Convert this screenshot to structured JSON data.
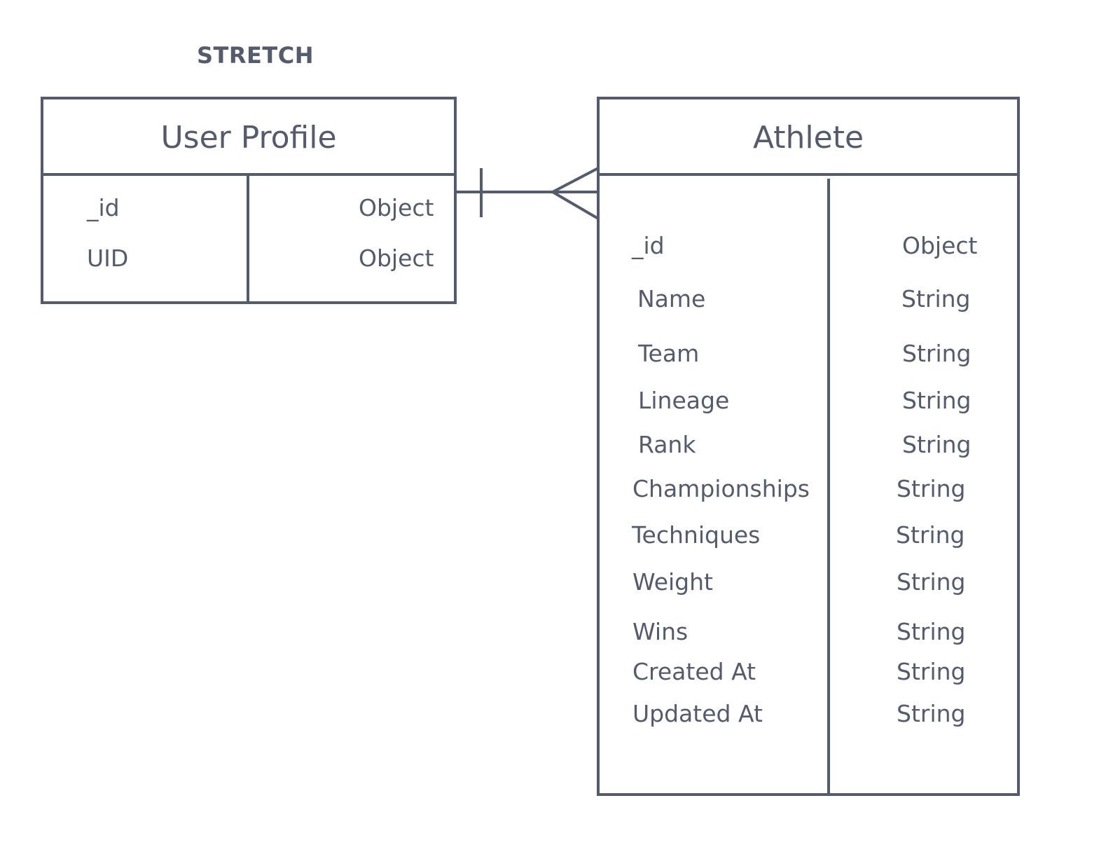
{
  "title": "STRETCH",
  "entities": {
    "user_profile": {
      "name": "User Profile",
      "fields": [
        {
          "name": "_id",
          "type": "Object"
        },
        {
          "name": "UID",
          "type": "Object"
        }
      ]
    },
    "athlete": {
      "name": "Athlete",
      "fields": [
        {
          "name": "_id",
          "type": "Object"
        },
        {
          "name": "Name",
          "type": "String"
        },
        {
          "name": "Team",
          "type": "String"
        },
        {
          "name": "Lineage",
          "type": "String"
        },
        {
          "name": "Rank",
          "type": "String"
        },
        {
          "name": "Championships",
          "type": "String"
        },
        {
          "name": "Techniques",
          "type": "String"
        },
        {
          "name": "Weight",
          "type": "String"
        },
        {
          "name": "Wins",
          "type": "String"
        },
        {
          "name": "Created At",
          "type": "String"
        },
        {
          "name": "Updated At",
          "type": "String"
        }
      ]
    }
  },
  "relationship": {
    "from": "User Profile",
    "to": "Athlete",
    "from_cardinality": "one",
    "to_cardinality": "many"
  },
  "colors": {
    "stroke": "#555b6b",
    "text": "#555b6b",
    "background": "#ffffff"
  }
}
